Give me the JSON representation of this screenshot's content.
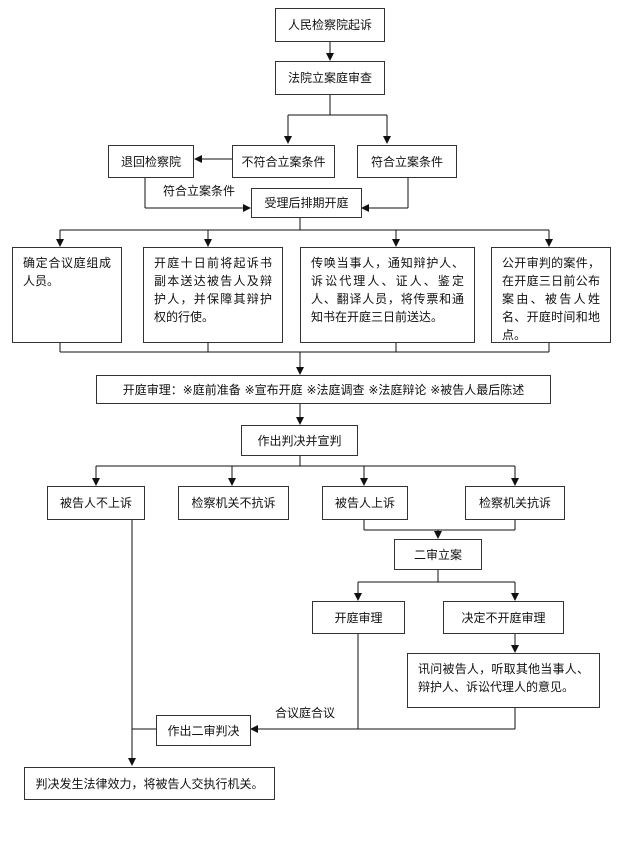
{
  "nodes": {
    "prosecution": "人民检察院起诉",
    "review": "法院立案庭审查",
    "return": "退回检察院",
    "not_meet": "不符合立案条件",
    "meet": "符合立案条件",
    "accept": "受理后排期开庭",
    "collegial": "确定合议庭组成人员。",
    "deliver": "开庭十日前将起诉书副本送达被告人及辩护人，并保障其辩护权的行使。",
    "summon": "传唤当事人，通知辩护人、诉讼代理人、证人、鉴定人、翻译人员，将传票和通知书在开庭三日前送达。",
    "announce": "公开审判的案件，在开庭三日前公布案由、被告人姓名、开庭时间和地点。",
    "trial": "开庭审理：※庭前准备 ※宣布开庭 ※法庭调查 ※法庭辩论 ※被告人最后陈述",
    "judgment": "作出判决并宣判",
    "no_appeal": "被告人不上诉",
    "no_protest": "检察机关不抗诉",
    "appeal": "被告人上诉",
    "protest": "检察机关抗诉",
    "second_filing": "二审立案",
    "open_trial": "开庭审理",
    "no_open_trial": "决定不开庭审理",
    "inquire": "讯问被告人，听取其他当事人、辩护人、诉讼代理人的意见。",
    "second_judgment": "作出二审判决",
    "effective": "判决发生法律效力，将被告人交执行机关。"
  },
  "labels": {
    "meet_condition": "符合立案条件",
    "collegial_deliberation": "合议庭合议"
  }
}
